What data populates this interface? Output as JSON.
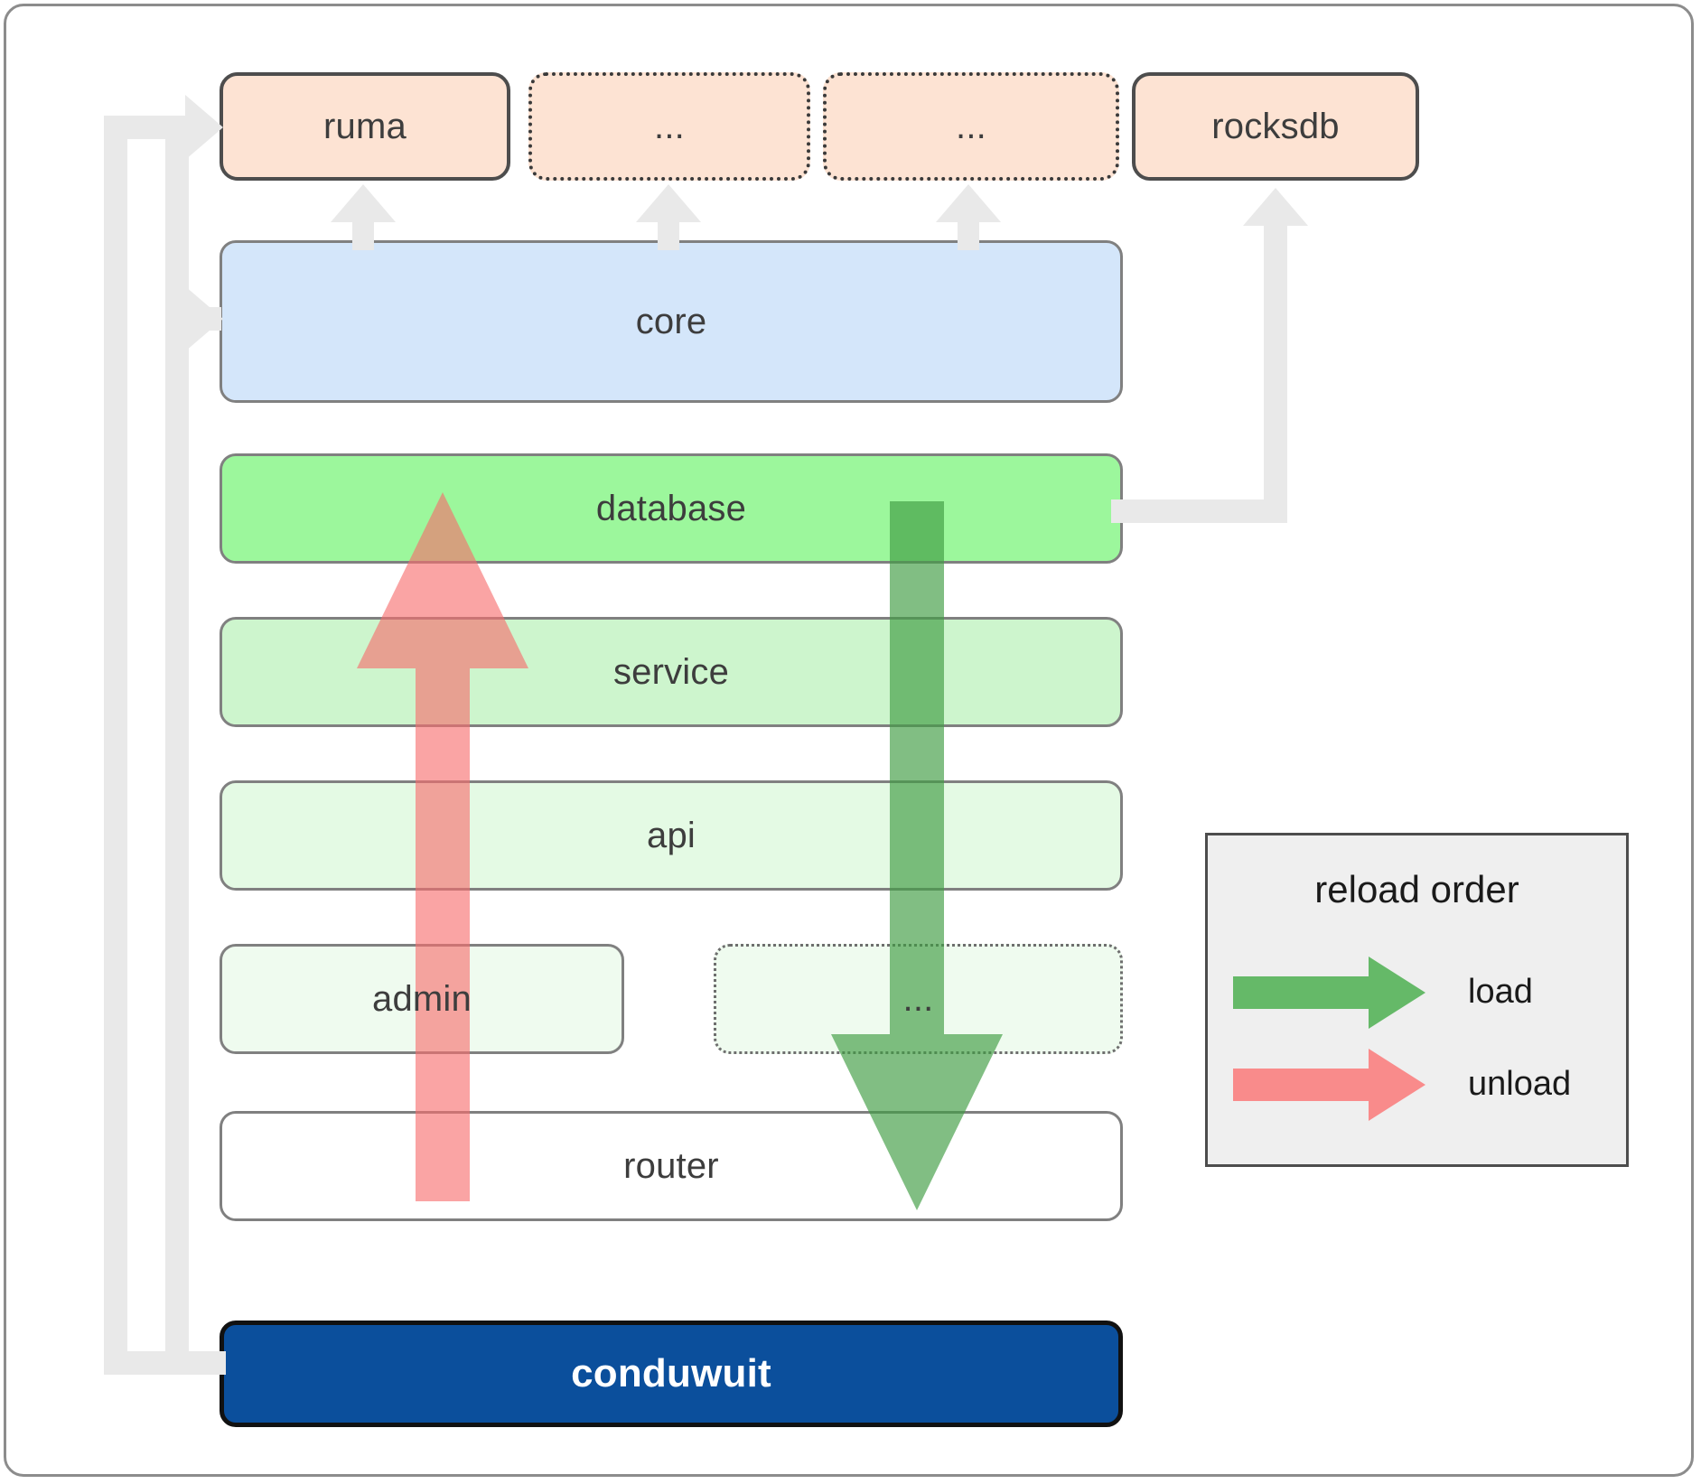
{
  "diagram": {
    "title": "conduwuit crate dependency / reload order diagram",
    "colors": {
      "dependency_fill": "#fde3d3",
      "core_fill": "#d4e6fa",
      "database_fill": "#9cf79c",
      "service_fill": "#cdf5cd",
      "api_fill": "#e4faE4",
      "admin_fill": "#effbef",
      "router_fill": "#ffffff",
      "root_fill": "#0b4f9c",
      "load_arrow": "#4caf50",
      "unload_arrow": "#f98080",
      "connector": "#e9e9e9",
      "legend_fill": "#efefef"
    },
    "dependencies": [
      {
        "id": "ruma",
        "label": "ruma",
        "style": "solid"
      },
      {
        "id": "dep2",
        "label": "...",
        "style": "dotted"
      },
      {
        "id": "dep3",
        "label": "...",
        "style": "dotted"
      },
      {
        "id": "rocksdb",
        "label": "rocksdb",
        "style": "solid"
      }
    ],
    "core": {
      "id": "core",
      "label": "core"
    },
    "layers": [
      {
        "id": "database",
        "label": "database",
        "style": "solid"
      },
      {
        "id": "service",
        "label": "service",
        "style": "solid"
      },
      {
        "id": "api",
        "label": "api",
        "style": "solid"
      }
    ],
    "sublayers": [
      {
        "id": "admin",
        "label": "admin",
        "style": "solid"
      },
      {
        "id": "ellipsis2",
        "label": "...",
        "style": "dotted"
      }
    ],
    "router": {
      "id": "router",
      "label": "router"
    },
    "root": {
      "id": "conduwuit",
      "label": "conduwuit"
    },
    "legend": {
      "title": "reload order",
      "items": [
        {
          "id": "load",
          "label": "load",
          "color": "#4caf50",
          "direction": "down"
        },
        {
          "id": "unload",
          "label": "unload",
          "color": "#f98080",
          "direction": "up"
        }
      ]
    }
  }
}
